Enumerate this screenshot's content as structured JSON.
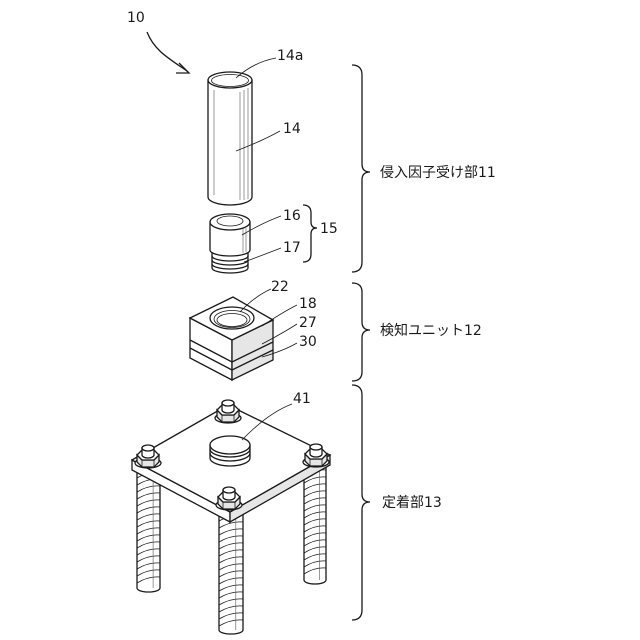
{
  "figure_number": "10",
  "labels": {
    "tube_top": "14a",
    "tube": "14",
    "cap": "16",
    "thread": "17",
    "group15": "15",
    "part11": "侵入因子受け部11",
    "hole": "22",
    "layer_top": "18",
    "layer_mid": "27",
    "layer_bottom": "30",
    "part12": "検知ユニット12",
    "boss": "41",
    "part13": "定着部13"
  }
}
